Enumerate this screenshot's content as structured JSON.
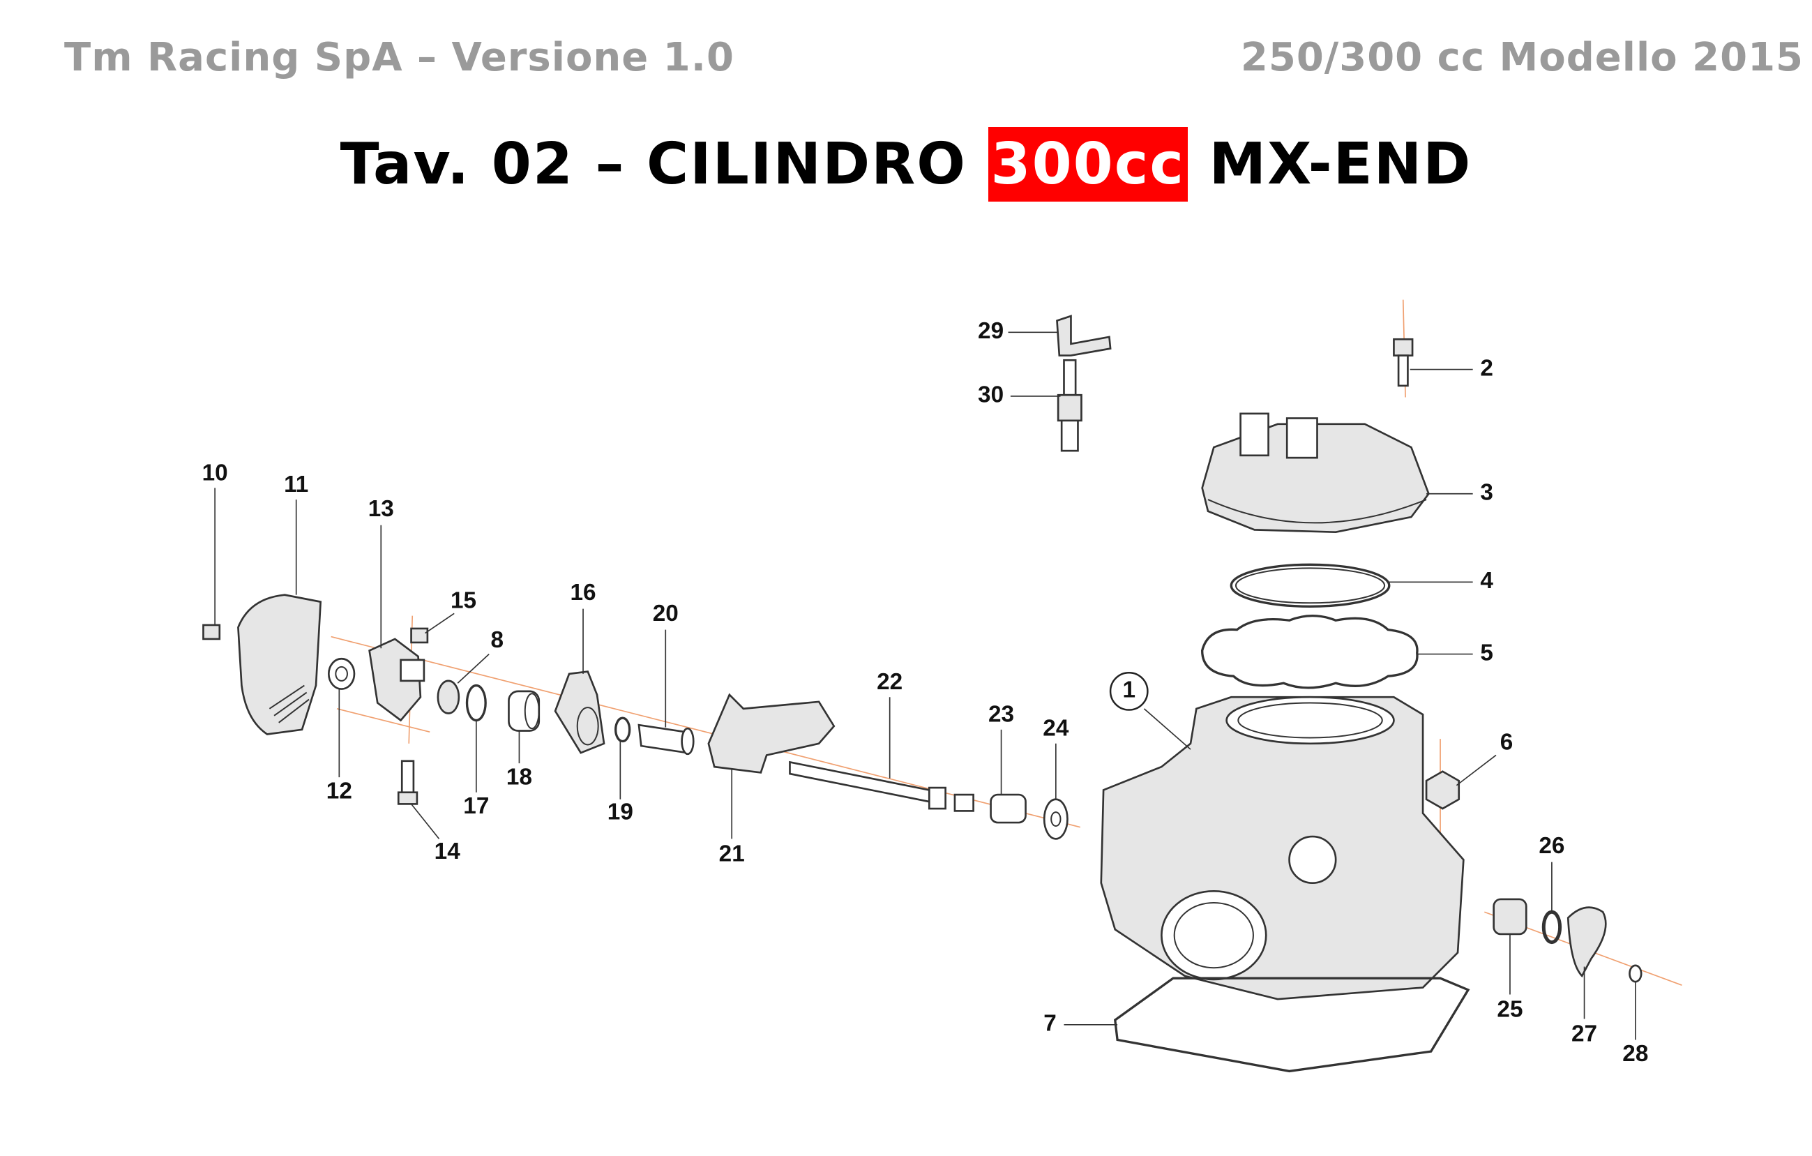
{
  "header": {
    "left": "Tm Racing SpA – Versione 1.0",
    "right": "250/300 cc Modello 2015"
  },
  "title": {
    "prefix": "Tav. 02 – CILINDRO ",
    "highlight": "300cc",
    "suffix": " MX-END",
    "highlight_color": "#ff0000"
  },
  "diagram": {
    "callouts": {
      "p1": "1",
      "p2": "2",
      "p3": "3",
      "p4": "4",
      "p5": "5",
      "p6": "6",
      "p7": "7",
      "p8": "8",
      "p10": "10",
      "p11": "11",
      "p12": "12",
      "p13": "13",
      "p14": "14",
      "p15": "15",
      "p16": "16",
      "p17": "17",
      "p18": "18",
      "p19": "19",
      "p20": "20",
      "p21": "21",
      "p22": "22",
      "p23": "23",
      "p24": "24",
      "p25": "25",
      "p26": "26",
      "p27": "27",
      "p28": "28",
      "p29": "29",
      "p30": "30"
    }
  }
}
